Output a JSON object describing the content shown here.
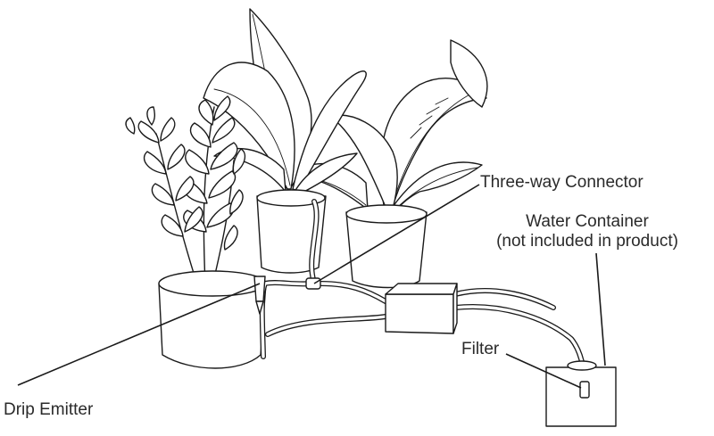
{
  "labels": {
    "three_way_connector": "Three-way Connector",
    "water_container_line1": "Water Container",
    "water_container_line2": "(not included in product)",
    "filter": "Filter",
    "drip_emitter": "Drip Emitter"
  },
  "colors": {
    "ink": "#1a1a1a",
    "text": "#2a2a2a",
    "background": "#ffffff"
  }
}
